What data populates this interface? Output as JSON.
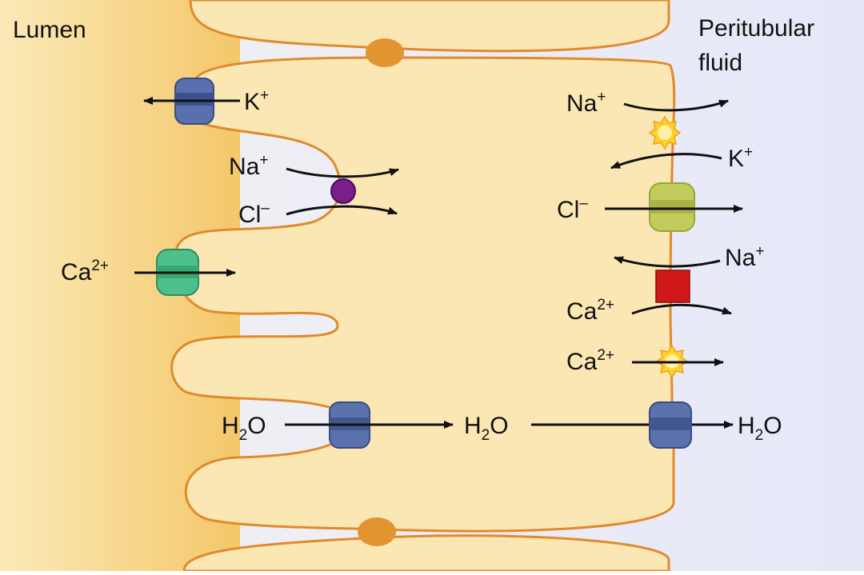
{
  "colors": {
    "membrane": "#e08a2c",
    "cell_fill": "#fbe7b4",
    "lumen_edge": "#f4c76a",
    "lumen_light": "#fbeab8",
    "peritubular_bg": "#e9ebf7",
    "potassium_channel": "#5a6fae",
    "chloride_channel": "#c2cc5a",
    "calcium_channel": "#4ec08c",
    "aquaporin": "#5a73ae",
    "cotransporter": "#7a1f8a",
    "exchanger": "#d01818",
    "pump": "#ffcf2a",
    "tight_junction": "#e29430"
  },
  "regions": {
    "lumen": "Lumen",
    "peritubular_line1": "Peritubular",
    "peritubular_line2": "fluid"
  },
  "apical": {
    "k_channel": {
      "ion": "K",
      "charge": "+"
    },
    "cotransporter": {
      "ion1": "Na",
      "charge1": "+",
      "ion2": "Cl",
      "charge2": "–"
    },
    "ca_channel": {
      "ion": "Ca",
      "charge": "2+"
    },
    "water": {
      "left": "H",
      "sub": "2",
      "right": "O"
    }
  },
  "cytoplasm": {
    "water": {
      "left": "H",
      "sub": "2",
      "right": "O"
    }
  },
  "basolateral": {
    "pump_na": {
      "ion": "Na",
      "charge": "+"
    },
    "pump_k": {
      "ion": "K",
      "charge": "+"
    },
    "cl_channel": {
      "ion": "Cl",
      "charge": "–"
    },
    "exchanger_na": {
      "ion": "Na",
      "charge": "+"
    },
    "exchanger_ca": {
      "ion": "Ca",
      "charge": "2+"
    },
    "ca_pump": {
      "ion": "Ca",
      "charge": "2+"
    },
    "water": {
      "left": "H",
      "sub": "2",
      "right": "O"
    }
  }
}
